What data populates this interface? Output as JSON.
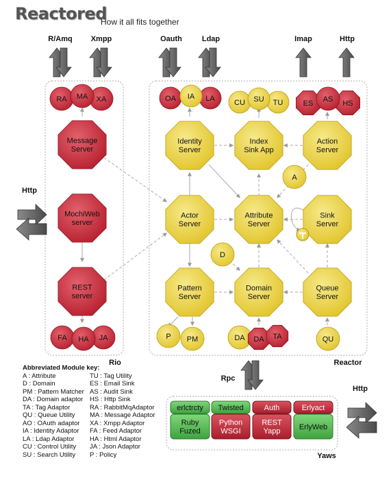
{
  "header": {
    "title": "Reactored",
    "subtitle": "How it all fits together"
  },
  "colors": {
    "red": "#c9303f",
    "yellow": "#efd84a",
    "green": "#4fb84f",
    "arrow": "#555555"
  },
  "io_labels": {
    "ramqp": "R/Amq",
    "xmpp": "Xmpp",
    "oauth": "Oauth",
    "ldap": "Ldap",
    "imap": "Imap",
    "http_top": "Http",
    "http_left": "Http",
    "rpc": "Rpc",
    "http_bottom": "Http"
  },
  "groups": {
    "rio": "Rio",
    "reactor": "Reactor",
    "yaws": "Yaws"
  },
  "nodes": {
    "ra": "RA",
    "ma": "MA",
    "xa": "XA",
    "message_server": [
      "Message",
      "Server"
    ],
    "mochiweb_server": [
      "MochiWeb",
      "server"
    ],
    "rest_server": [
      "REST",
      "server"
    ],
    "fa": "FA",
    "ha": "HA",
    "ja": "JA",
    "oa": "OA",
    "ia": "IA",
    "la": "LA",
    "cu": "CU",
    "su": "SU",
    "tu": "TU",
    "es": "ES",
    "as": "AS",
    "hs": "HS",
    "identity_server": [
      "Identity",
      "Server"
    ],
    "index_sink_app": [
      "Index",
      "Sink App"
    ],
    "action_server": [
      "Action",
      "Server"
    ],
    "a": "A",
    "actor_server": [
      "Actor",
      "Server"
    ],
    "attribute_server": [
      "Attribute",
      "Server"
    ],
    "sink_server": [
      "Sink",
      "Server"
    ],
    "d": "D",
    "pattern_server": [
      "Pattern",
      "Server"
    ],
    "domain_server": [
      "Domain",
      "Server"
    ],
    "queue_server": [
      "Queue",
      "Server"
    ],
    "p": "P",
    "pm": "PM",
    "da_y": "DA",
    "da_r": "DA",
    "ta": "TA",
    "qu": "QU"
  },
  "yaws_boxes": {
    "erlctrcty": "erlctrcty",
    "twisted": "Twisted",
    "auth": "Auth",
    "erlyact": "Erlyact",
    "ruby_fuzed": [
      "Ruby",
      "Fuzed"
    ],
    "python_wsgi": [
      "Python",
      "WSGI"
    ],
    "rest_yapp": [
      "REST",
      "Yapp"
    ],
    "erlyweb": "ErlyWeb"
  },
  "legend": {
    "title": "Abbreviated Module key:",
    "left": [
      "A : Attribute",
      "D : Domain",
      "PM : Pattern Matcher",
      "DA : Domain adaptor",
      "TA : Tag Adaptor",
      "QU : Queue Utility",
      "AO : OAuth adaptor",
      "IA : Identity Adaptor",
      "LA : Ldap Adaptor",
      "CU : Control Utility",
      "SU : Search Utility"
    ],
    "right": [
      "TU : Tag Utility",
      "ES : Email Sink",
      "AS : Audit Sink",
      "HS : Http Sink",
      "RA : RabbitMqAdaptor",
      "MA : Message Adaptor",
      "XA : Xmpp Adaptor",
      "FA : Feed Adaptor",
      "HA : Html Adaptor",
      "JA : Json Adaptor",
      "P : Policy"
    ]
  }
}
